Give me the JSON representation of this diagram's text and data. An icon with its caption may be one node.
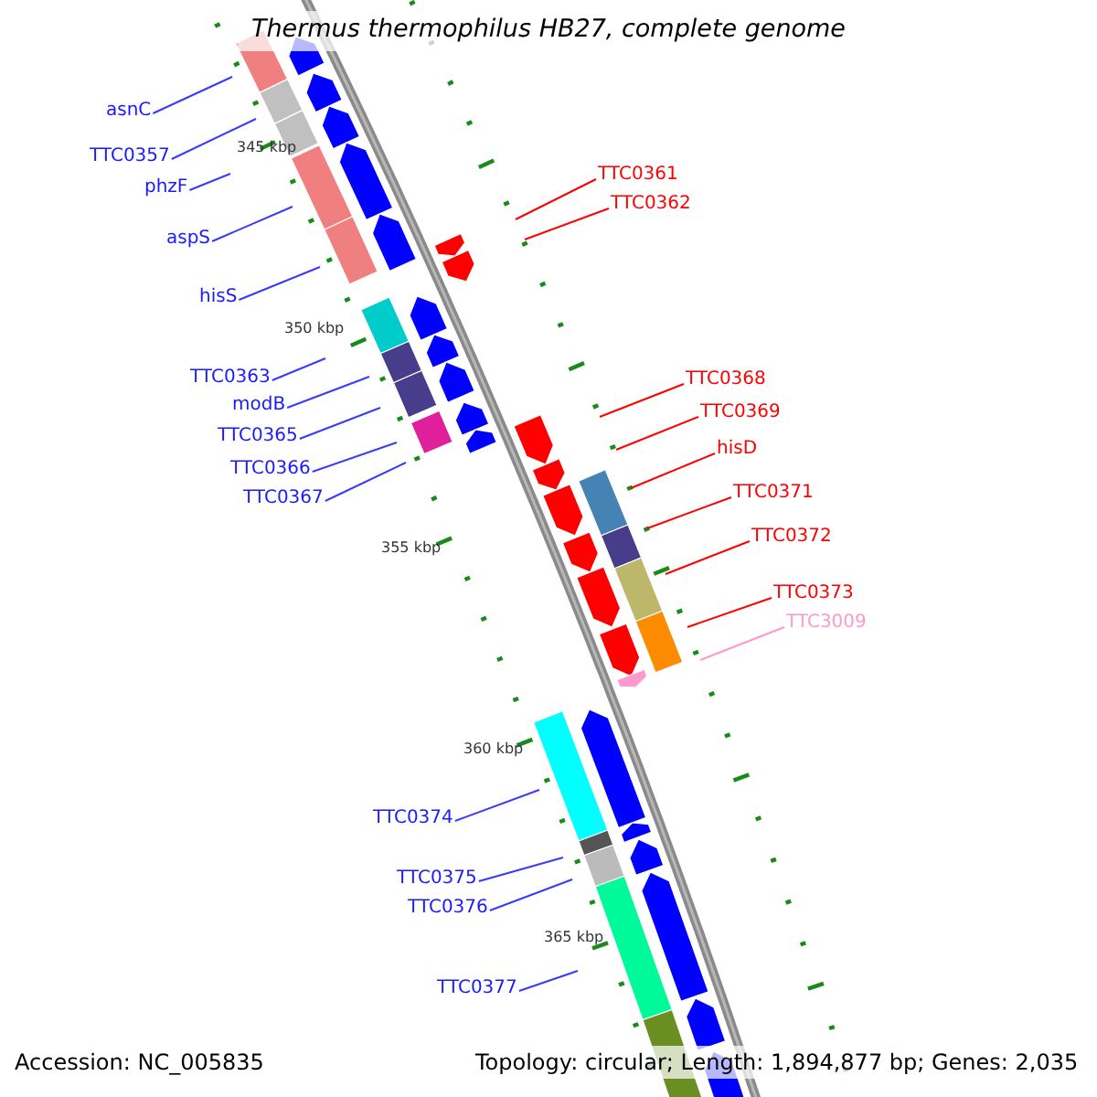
{
  "diagram": {
    "title": "Thermus thermophilus HB27, complete genome",
    "nodes": [
      {
        "text": [
          "asnC"
        ]
      },
      {
        "text": [
          "TTC0357"
        ]
      },
      {
        "text": [
          "TTC0361"
        ]
      },
      {
        "text": [
          "phzF"
        ]
      },
      {
        "text": [
          "TTC0362"
        ]
      },
      {
        "text": [
          "aspS"
        ]
      },
      {
        "text": [
          "hisS"
        ]
      },
      {
        "text": [
          "TTC0363"
        ]
      },
      {
        "text": [
          "TTC0368"
        ]
      },
      {
        "text": [
          "modB"
        ]
      },
      {
        "text": [
          "TTC0369"
        ]
      },
      {
        "text": [
          "TTC0365"
        ]
      },
      {
        "text": [
          "hisD"
        ]
      },
      {
        "text": [
          "TTC0366"
        ]
      },
      {
        "text": [
          "TTC0371"
        ]
      },
      {
        "text": [
          "TTC0367"
        ]
      },
      {
        "text": [
          "TTC0372"
        ]
      },
      {
        "text": [
          "TTC0373"
        ]
      },
      {
        "text": [
          "TTC3009"
        ]
      },
      {
        "text": [
          "TTC0374"
        ]
      },
      {
        "text": [
          "TTC0375"
        ]
      },
      {
        "text": [
          "TTC0376"
        ]
      },
      {
        "text": [
          "TTC0377"
        ]
      }
    ],
    "edges": [
      {
        "from": 0,
        "to": null,
        "arrow": "none"
      },
      {
        "from": 1,
        "to": null,
        "arrow": "none"
      },
      {
        "from": 2,
        "to": null,
        "arrow": "none",
        "color": "#ff0000"
      },
      {
        "from": 3,
        "to": null,
        "arrow": "none"
      },
      {
        "from": 4,
        "to": null,
        "arrow": "none",
        "color": "#ff0000"
      },
      {
        "from": 5,
        "to": null,
        "arrow": "none"
      },
      {
        "from": 6,
        "to": null,
        "arrow": "none"
      },
      {
        "from": 7,
        "to": null,
        "arrow": "none"
      },
      {
        "from": 8,
        "to": null,
        "arrow": "none",
        "color": "#ff0000"
      },
      {
        "from": 9,
        "to": null,
        "arrow": "none"
      },
      {
        "from": 10,
        "to": null,
        "arrow": "none",
        "color": "#ff0000"
      },
      {
        "from": 11,
        "to": null,
        "arrow": "none"
      },
      {
        "from": 12,
        "to": null,
        "arrow": "none",
        "color": "#ff0000"
      },
      {
        "from": 13,
        "to": null,
        "arrow": "none"
      },
      {
        "from": 14,
        "to": null,
        "arrow": "none",
        "color": "#ff0000"
      },
      {
        "from": 15,
        "to": null,
        "arrow": "none"
      },
      {
        "from": 16,
        "to": null,
        "arrow": "none",
        "color": "#ff0000"
      },
      {
        "from": 17,
        "to": null,
        "arrow": "none",
        "color": "#ff0000"
      },
      {
        "from": 18,
        "to": null,
        "arrow": "none",
        "color": "#ff99cc"
      },
      {
        "from": 19,
        "to": null,
        "arrow": "none"
      },
      {
        "from": 20,
        "to": null,
        "arrow": "none"
      },
      {
        "from": 21,
        "to": null,
        "arrow": "none"
      },
      {
        "from": 22,
        "to": null,
        "arrow": "none"
      }
    ],
    "labels": [
      "345 kbp",
      "350 kbp",
      "355 kbp",
      "360 kbp",
      "365 kbp",
      "Accession: NC_005835",
      "Topology: circular; Length: 1,894,877 bp; Genes: 2,035"
    ]
  }
}
